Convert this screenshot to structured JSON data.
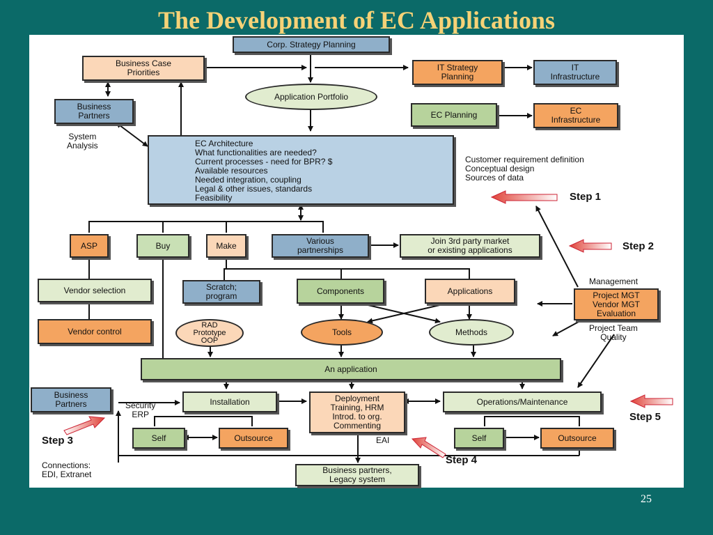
{
  "slide": {
    "title": "The Development of EC Applications",
    "page_number": "25"
  },
  "nodes": {
    "corp_strategy": "Corp. Strategy Planning",
    "business_case": "Business Case\nPriorities",
    "business_partners_top": "Business\nPartners",
    "application_portfolio": "Application Portfolio",
    "it_strategy": "IT Strategy\nPlanning",
    "it_infrastructure": "IT\nInfrastructure",
    "ec_planning": "EC Planning",
    "ec_infrastructure": "EC\nInfrastructure",
    "asp": "ASP",
    "buy": "Buy",
    "make": "Make",
    "various_partnerships": "Various\npartnerships",
    "join_3rd_party": "Join 3rd party market\nor existing applications",
    "vendor_selection": "Vendor selection",
    "vendor_control": "Vendor control",
    "scratch_program": "Scratch;\nprogram",
    "components": "Components",
    "applications": "Applications",
    "project_mgt": "Project MGT\nVendor MGT\nEvaluation",
    "rad": "RAD\nPrototype\nOOP",
    "tools": "Tools",
    "methods": "Methods",
    "an_application": "An application",
    "business_partners_bottom": "Business\nPartners",
    "installation": "Installation",
    "deployment": "Deployment\nTraining, HRM\nIntrod. to org.\nCommenting",
    "operations": "Operations/Maintenance",
    "self_left": "Self",
    "outsource_left": "Outsource",
    "self_right": "Self",
    "outsource_right": "Outsource",
    "business_partners_legacy": "Business partners,\nLegacy system"
  },
  "ec_architecture": [
    "EC Architecture",
    "What functionalities are needed?",
    "Current processes - need for BPR? $",
    "Available resources",
    "Needed integration, coupling",
    "Legal & other issues, standards",
    "Feasibility"
  ],
  "labels": {
    "system_analysis": "System\nAnalysis",
    "requirements": "Customer requirement definition\nConceptual design\nSources of data",
    "management": "Management",
    "project_team": "Project Team\nQuality",
    "security_erp": "Security\nERP",
    "eai": "EAI",
    "connections": "Connections:\nEDI, Extranet"
  },
  "steps": {
    "step1": "Step 1",
    "step2": "Step 2",
    "step3": "Step 3",
    "step4": "Step 4",
    "step5": "Step 5"
  },
  "colors": {
    "background": "#0b6a68",
    "title": "#f6d277",
    "blue_box": "#8fafc9",
    "green_box": "#c9e0b5",
    "orange_box": "#f4a460",
    "peach_box": "#fbd7b8",
    "step_arrow": "#e0443a"
  }
}
